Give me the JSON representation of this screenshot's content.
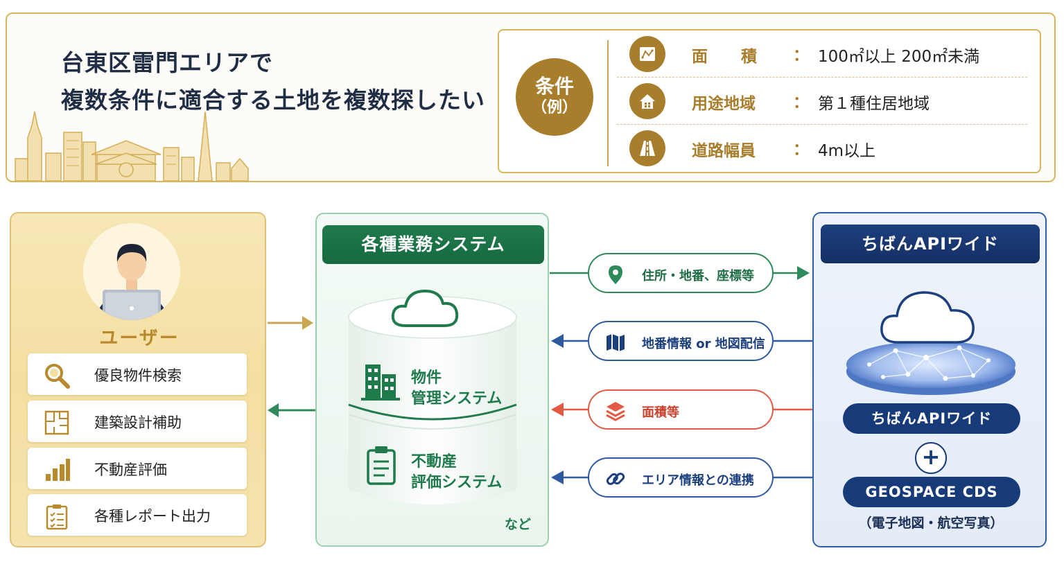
{
  "banner": {
    "headline_line1": "台東区雷門エリアで",
    "headline_line2": "複数条件に適合する土地を複数探したい",
    "condition_badge_line1": "条件",
    "condition_badge_line2": "（例）",
    "conditions": [
      {
        "icon": "area-plan-icon",
        "label": "面積",
        "colon": "：",
        "value": "100㎡以上 200㎡未満"
      },
      {
        "icon": "house-icon",
        "label": "用途地域",
        "colon": "：",
        "value": "第１種住居地域"
      },
      {
        "icon": "road-icon",
        "label": "道路幅員",
        "colon": "：",
        "value": "4m以上"
      }
    ]
  },
  "user": {
    "title": "ユーザー",
    "functions": [
      {
        "icon": "magnifier-icon",
        "label": "優良物件検索"
      },
      {
        "icon": "floor-plan-icon",
        "label": "建築設計補助"
      },
      {
        "icon": "bar-chart-icon",
        "label": "不動産評価"
      },
      {
        "icon": "checklist-icon",
        "label": "各種レポート出力"
      }
    ]
  },
  "business": {
    "title": "各種業務システム",
    "system1_line1": "物件",
    "system1_line2": "管理システム",
    "system2_line1": "不動産",
    "system2_line2": "評価システム",
    "etc": "など"
  },
  "flows": [
    {
      "icon": "location-pin-icon",
      "label": "住所・地番、座標等",
      "direction": "to-api",
      "color": "#2f8a5b"
    },
    {
      "icon": "map-icon",
      "label": "地番情報 or 地図配信",
      "direction": "to-business",
      "color": "#2d5aa0"
    },
    {
      "icon": "layers-icon",
      "label": "面積等",
      "direction": "to-business",
      "color": "#e25a44"
    },
    {
      "icon": "link-icon",
      "label": "エリア情報との連携",
      "direction": "to-business",
      "color": "#2d5aa0"
    }
  ],
  "api": {
    "title": "ちばんAPIワイド",
    "pill1": "ちばんAPIワイド",
    "plus": "+",
    "pill2": "GEOSPACE CDS",
    "subtitle": "（電子地図・航空写真）"
  },
  "colors": {
    "gold": "#a87e2d",
    "green": "#1f7a4c",
    "navy": "#173a78",
    "red": "#e25a44"
  }
}
